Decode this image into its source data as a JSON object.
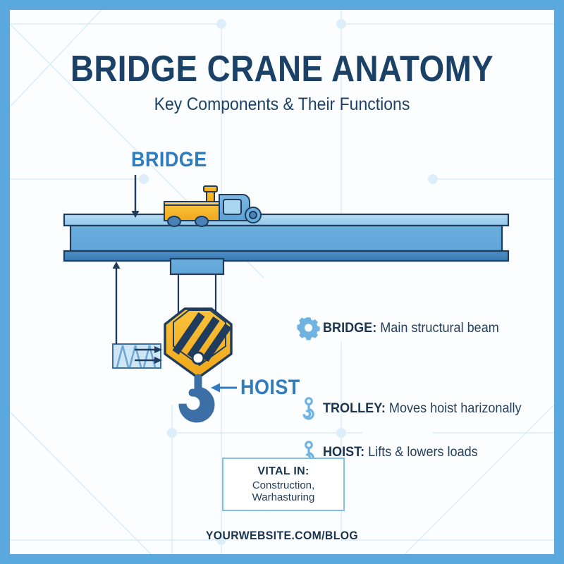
{
  "theme": {
    "border_color": "#5aa8dd",
    "background": "#fcfdfe",
    "title_color": "#1b4266",
    "accent_blue": "#2f7cbe",
    "icon_blue": "#6fb4e0",
    "beam_top": "#9fd0ef",
    "beam_web": "#5ba3d9",
    "beam_bottom": "#3a7ab5",
    "hook_yellow": "#f5b01e",
    "hook_dark": "#1f3c5c",
    "outline": "#1f3c5c"
  },
  "header": {
    "title": "BRIDGE CRANE ANATOMY",
    "subtitle": "Key Components & Their Functions"
  },
  "diagram": {
    "callouts": [
      {
        "id": "bridge",
        "label": "BRIDGE"
      },
      {
        "id": "hoist",
        "label": "HOIST"
      }
    ],
    "parts": {
      "beam": "i-beam-girder",
      "trolley": "trolley-vehicle",
      "carriage": "trolley-carriage",
      "cables": "hoist-cables",
      "hook_block": "hook-block",
      "hook": "lifting-hook",
      "scale_box": "striped-measure-box"
    }
  },
  "legend": {
    "items": [
      {
        "icon": "gear-icon",
        "term": "BRIDGE",
        "separator": ":",
        "description": "Main structural beam"
      },
      {
        "icon": "hook-icon",
        "term": "TROLLEY",
        "separator": ":",
        "description": "Moves hoist harizonally"
      },
      {
        "icon": "hook-icon",
        "term": "HOIST",
        "separator": ":",
        "description": "Lifts & lowers loads"
      }
    ]
  },
  "vital_box": {
    "heading": "VITAL IN:",
    "lines": [
      "Construction,",
      "Warhasturing"
    ]
  },
  "footer": {
    "website": "YOURWEBSITE.COM/BLOG"
  }
}
